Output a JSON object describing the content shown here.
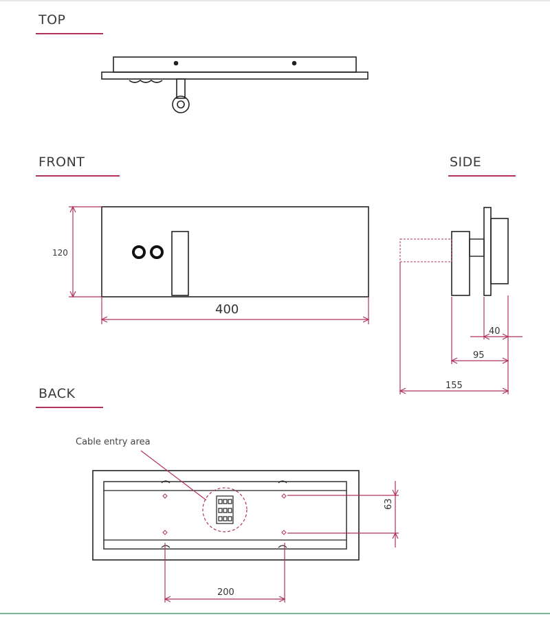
{
  "sections": {
    "top": "TOP",
    "front": "FRONT",
    "side": "SIDE",
    "back": "BACK"
  },
  "dimensions": {
    "front_height": "120",
    "front_width": "400",
    "side_40": "40",
    "side_95": "95",
    "side_155": "155",
    "back_63": "63",
    "back_200": "200"
  },
  "callouts": {
    "cable_entry": "Cable entry area"
  },
  "colors": {
    "accent": "#b03060",
    "line": "#222222"
  }
}
